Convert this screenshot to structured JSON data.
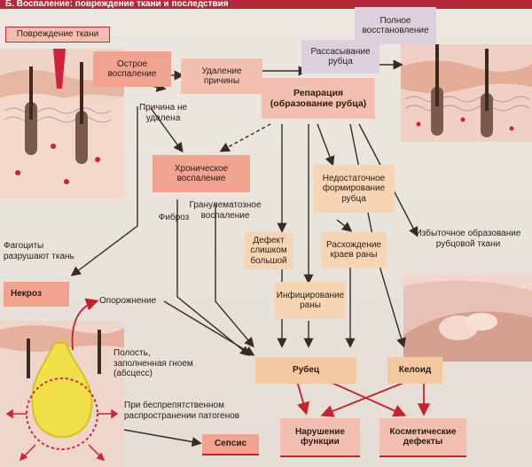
{
  "header": {
    "title": "Б. Воспаление: повреждение ткани и последствия"
  },
  "boxes": {
    "injury": "Повреждение ткани",
    "acute": "Острое воспаление",
    "removal": "Удаление причины",
    "resorption": "Рассасывание рубца",
    "full_recovery": "Полное восстановление",
    "repair_line1": "Репарация",
    "repair_line2": "(образование рубца)",
    "chronic": "Хроническое воспаление",
    "necrosis": "Некроз",
    "defect": "Дефект слишком большой",
    "infection": "Инфицирование раны",
    "insufficient": "Недостаточное формирование рубца",
    "divergence": "Расхождение краев раны",
    "scar": "Рубец",
    "keloid": "Келоид",
    "sepsis": "Сепсис",
    "dysfunction": "Нарушение функции",
    "cosmetic": "Косметические дефекты"
  },
  "labels": {
    "not_removed": "Причина не удалена",
    "fibrosis": "Фиброз",
    "granulomatous": "Гранулематозное воспаление",
    "phagocytes": "Фагоциты разрушают ткань",
    "emptying": "Опорожнение",
    "abscess": "Полость, заполненная гноем (абсцесс)",
    "spread": "При беспрепятственном распространении патогенов",
    "excess": "Избыточное образование рубцовой ткани"
  },
  "colors": {
    "arrow": "#3a2a22",
    "red_arrow": "#c8202c",
    "header": "#b4283a"
  }
}
